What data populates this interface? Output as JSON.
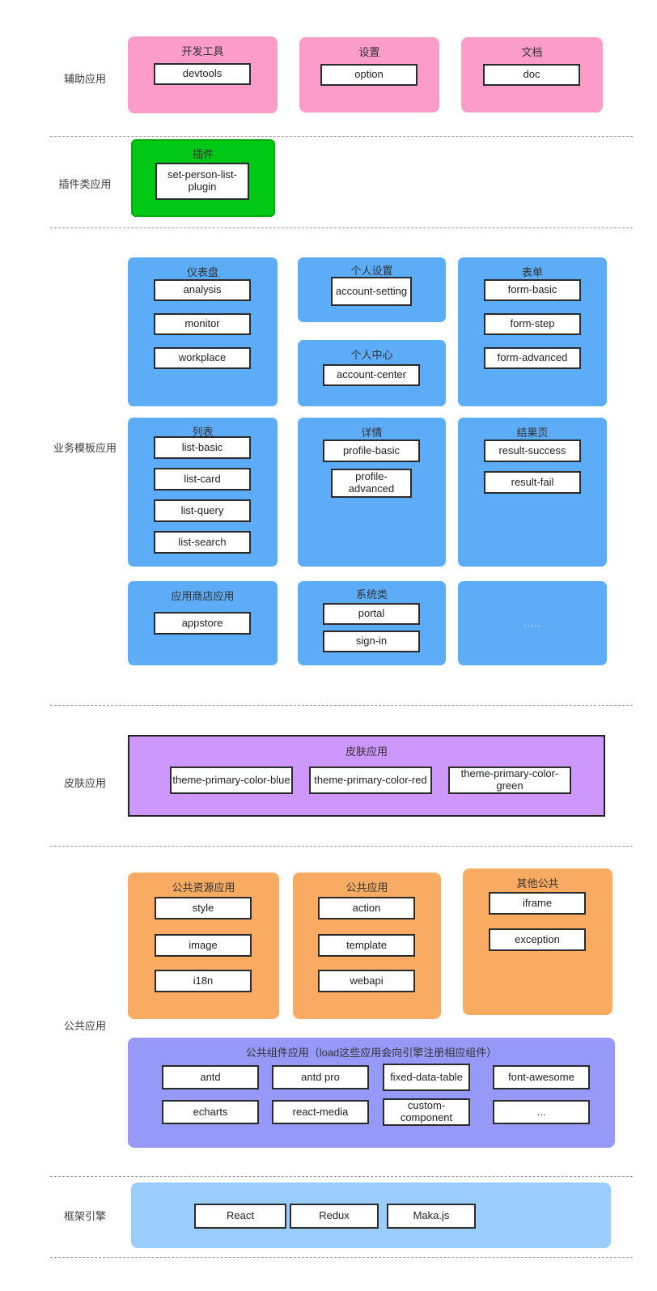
{
  "colors": {
    "assist_pink": "#fc9cc9",
    "plugin_green": "#00c815",
    "business_blue": "#5cacf8",
    "theme_purple": "#ce97fc",
    "common_orange": "#f9ab62",
    "components_periwinkle": "#9799f8",
    "framework_lightblue": "#9bcdfb",
    "node_border": "#2b2b2b",
    "divider": "#9a9a9a"
  },
  "labels": {
    "assist": "辅助应用",
    "plugin": "插件类应用",
    "business": "业务模板应用",
    "theme": "皮肤应用",
    "common": "公共应用",
    "framework": "框架引擎"
  },
  "assist": {
    "devtools": {
      "title": "开发工具",
      "item": "devtools"
    },
    "settings": {
      "title": "设置",
      "item": "option"
    },
    "docs": {
      "title": "文档",
      "item": "doc"
    }
  },
  "plugin": {
    "title": "插件",
    "item": "set-person-list-plugin"
  },
  "business": {
    "dashboard": {
      "title": "仪表盘",
      "items": [
        "analysis",
        "monitor",
        "workplace"
      ]
    },
    "personal_settings": {
      "title": "个人设置",
      "item": "account-setting"
    },
    "personal_center": {
      "title": "个人中心",
      "item": "account-center"
    },
    "form": {
      "title": "表单",
      "items": [
        "form-basic",
        "form-step",
        "form-advanced"
      ]
    },
    "list": {
      "title": "列表",
      "items": [
        "list-basic",
        "list-card",
        "list-query",
        "list-search"
      ]
    },
    "profile": {
      "title": "详情",
      "items": [
        "profile-basic",
        "profile-advanced"
      ]
    },
    "result": {
      "title": "结果页",
      "items": [
        "result-success",
        "result-fail"
      ]
    },
    "appstore": {
      "title": "应用商店应用",
      "item": "appstore"
    },
    "system": {
      "title": "系统类",
      "items": [
        "portal",
        "sign-in"
      ]
    },
    "more": {
      "placeholder": "....."
    }
  },
  "theme": {
    "title": "皮肤应用",
    "items": [
      "theme-primary-color-blue",
      "theme-primary-color-red",
      "theme-primary-color-green"
    ]
  },
  "common": {
    "resources": {
      "title": "公共资源应用",
      "items": [
        "style",
        "image",
        "i18n"
      ]
    },
    "apps": {
      "title": "公共应用",
      "items": [
        "action",
        "template",
        "webapi"
      ]
    },
    "others": {
      "title": "其他公共",
      "items": [
        "iframe",
        "exception"
      ]
    },
    "components": {
      "title": "公共组件应用（load这些应用会向引擎注册相应组件）",
      "items": [
        "antd",
        "antd pro",
        "fixed-data-table",
        "font-awesome",
        "echarts",
        "react-media",
        "custom-component",
        "..."
      ]
    }
  },
  "framework": {
    "items": [
      "React",
      "Redux",
      "Maka.js"
    ]
  }
}
